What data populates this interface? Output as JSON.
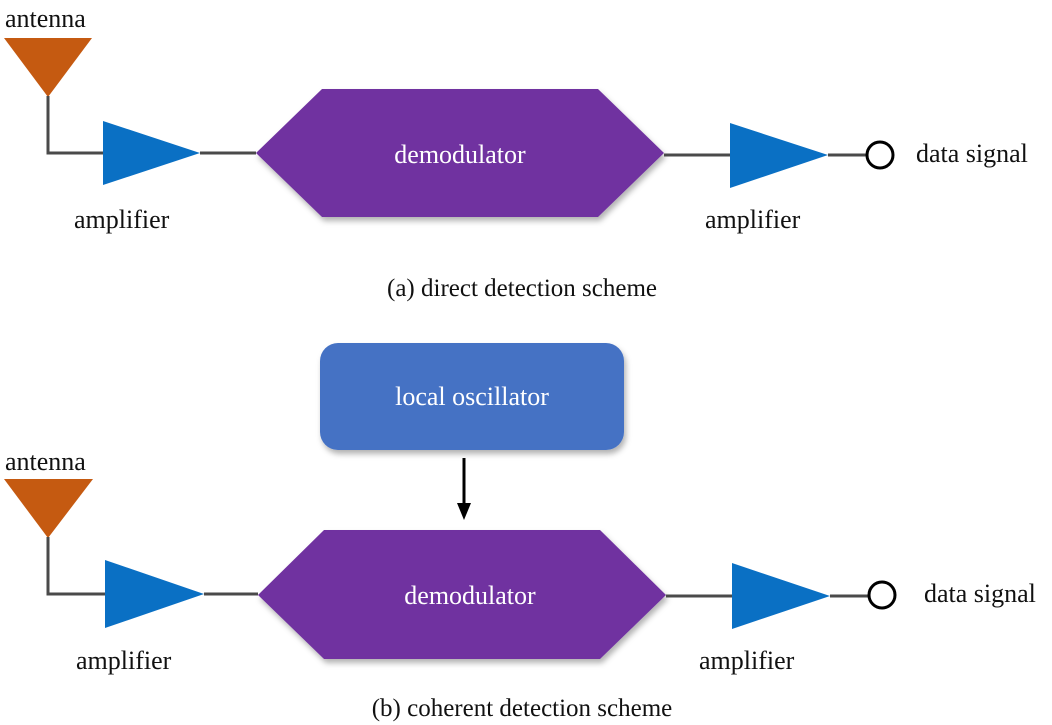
{
  "colors": {
    "antenna": "#c55a11",
    "amplifier": "#0a70c4",
    "demodulator": "#7030a0",
    "oscillator": "#4472c4",
    "wire": "#4a4a4a",
    "arrow": "#000000"
  },
  "schemes": [
    {
      "caption": "(a) direct detection scheme",
      "antenna_label": "antenna",
      "amp1_label": "amplifier",
      "demod_label": "demodulator",
      "amp2_label": "amplifier",
      "output_label": "data signal"
    },
    {
      "caption": "(b) coherent detection scheme",
      "antenna_label": "antenna",
      "amp1_label": "amplifier",
      "demod_label": "demodulator",
      "amp2_label": "amplifier",
      "output_label": "data signal",
      "oscillator_label": "local oscillator"
    }
  ]
}
